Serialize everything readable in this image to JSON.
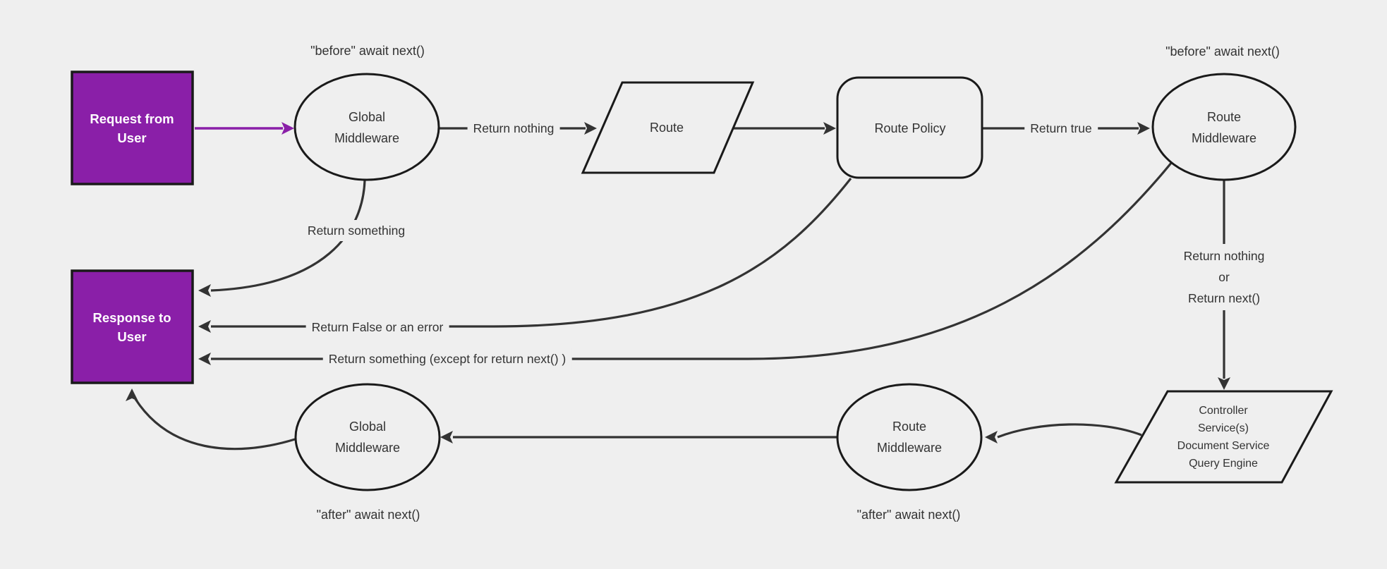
{
  "diagram": {
    "colors": {
      "bg": "#efefef",
      "line": "#333333",
      "border": "#1a1a1a",
      "purple": "#8a1fa8",
      "text": "#333333",
      "white": "#ffffff"
    },
    "nodes": {
      "request": {
        "label": "Request from\nUser"
      },
      "global_middleware_top": {
        "label": "Global\nMiddleware"
      },
      "route": {
        "label": "Route"
      },
      "route_policy": {
        "label": "Route Policy"
      },
      "route_middleware_top": {
        "label": "Route\nMiddleware"
      },
      "controller": {
        "label": "Controller\nService(s)\nDocument Service\nQuery Engine"
      },
      "route_middleware_bottom": {
        "label": "Route\nMiddleware"
      },
      "global_middleware_bottom": {
        "label": "Global\nMiddleware"
      },
      "response": {
        "label": "Response to\nUser"
      }
    },
    "annotations": {
      "before_global": "\"before\" await next()",
      "before_route": "\"before\" await next()",
      "after_route": "\"after\" await next()",
      "after_global": "\"after\" await next()"
    },
    "edge_labels": {
      "return_nothing": "Return nothing",
      "return_true": "Return true",
      "return_nothing_or_next": "Return nothing\nor\nReturn next()",
      "return_something": "Return something",
      "return_false": "Return False or an error",
      "return_something_except": "Return something (except for return next() )"
    }
  }
}
